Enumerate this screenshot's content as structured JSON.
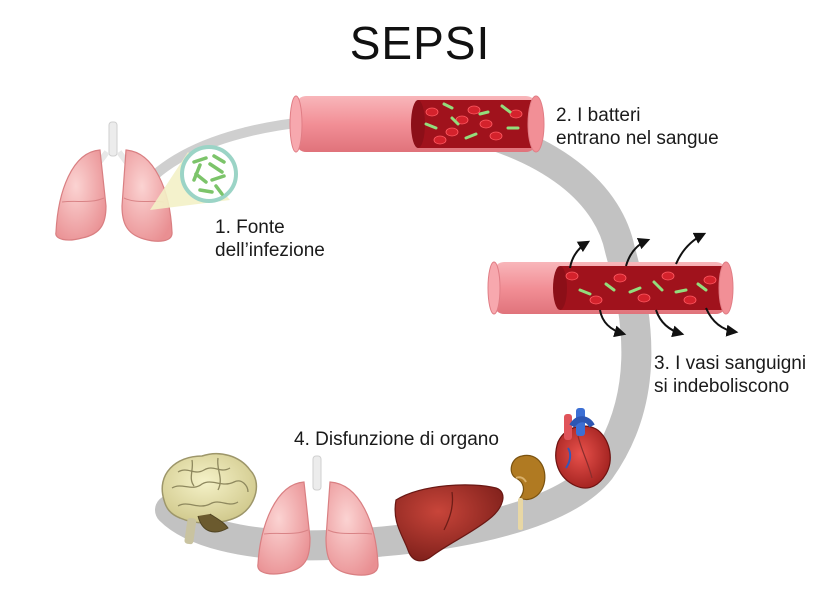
{
  "title": "SEPSI",
  "steps": [
    {
      "lines": [
        "1. Fonte",
        "dell’infezione"
      ]
    },
    {
      "lines": [
        "2. I batteri",
        "entrano nel sangue"
      ]
    },
    {
      "lines": [
        "3. I vasi sanguigni",
        "si indeboliscono"
      ]
    },
    {
      "lines": [
        "4. Disfunzione di organo"
      ]
    }
  ],
  "icons": [
    "lungs-icon",
    "bacteria-magnifier-icon",
    "blood-vessel-icon",
    "leaking-vessel-icon",
    "brain-icon",
    "liver-icon",
    "kidney-icon",
    "heart-icon"
  ],
  "colors": {
    "cycle": "#c6c6c6",
    "vessel_outer": "#f49aa0",
    "blood": "#a8111b",
    "red_cell": "#d9262f",
    "bacteria": "#8fd47a",
    "organ_pink": "#f3a9ab",
    "liver": "#a8322a",
    "brain": "#e8e4a8"
  }
}
